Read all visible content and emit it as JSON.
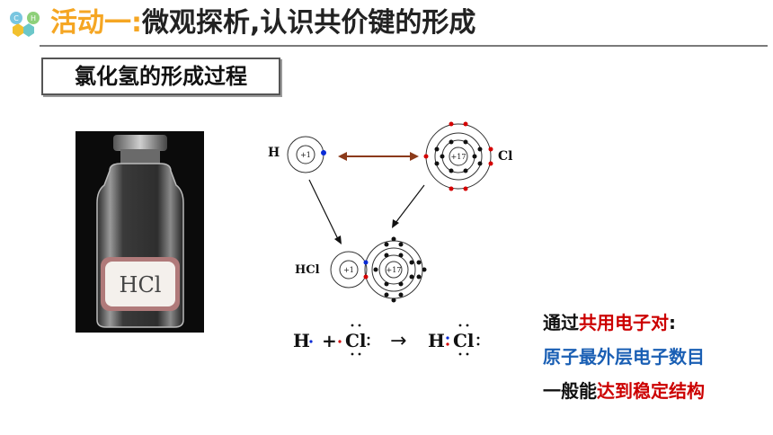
{
  "header": {
    "logo_letters": [
      "C",
      "H"
    ],
    "title_part1": "活动一",
    "title_sep": ":",
    "title_part2": "微观探析,认识共价键的形成"
  },
  "subtitle": "氯化氢的形成过程",
  "photo": {
    "label": "HCl"
  },
  "diagram": {
    "h_symbol": "H",
    "h_nucleus": "+1",
    "cl_symbol": "Cl",
    "cl_nucleus": "+17",
    "hcl_symbol": "HCl",
    "hcl_h_nucleus": "+1",
    "hcl_cl_nucleus": "+17"
  },
  "equation": {
    "h_left": "H",
    "plus": "+",
    "cl_left": "Cl",
    "arrow": "→",
    "h_right": "H",
    "cl_right": "Cl"
  },
  "explanation": {
    "line1_a": "通过",
    "line1_b": "共用电子对",
    "line1_c": ":",
    "line2": "原子最外层电子数目",
    "line3_a": "一般能",
    "line3_b": "达到稳定结构"
  },
  "colors": {
    "title_accent": "#f5a623",
    "red_text": "#cc0000",
    "blue_text": "#1a5fb4",
    "arrow_brown": "#8b3a1a"
  }
}
